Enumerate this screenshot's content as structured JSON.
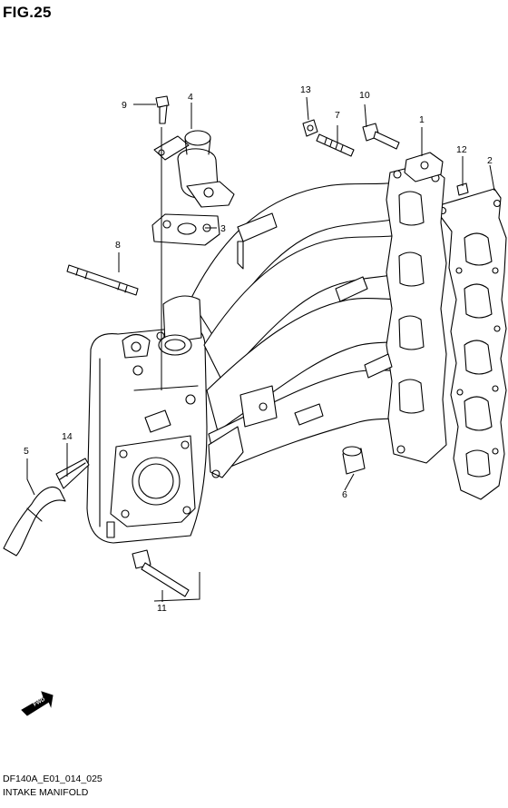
{
  "header": {
    "figure_title": "FIG.25"
  },
  "footer": {
    "code": "DF140A_E01_014_025",
    "name": "INTAKE MANIFOLD"
  },
  "callouts": [
    "1",
    "2",
    "3",
    "4",
    "5",
    "6",
    "7",
    "8",
    "9",
    "10",
    "11",
    "12",
    "13",
    "14"
  ],
  "fwd_badge": {
    "label": "FWD"
  }
}
